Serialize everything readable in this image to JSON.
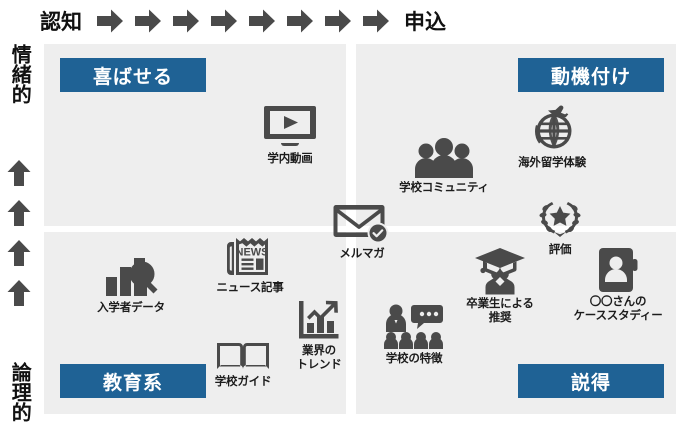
{
  "axes": {
    "horizontal": {
      "name": "funnel-axis",
      "start_label": "認知",
      "end_label": "申込",
      "arrow_count": 8,
      "arrow_icon": "arrow-right-icon"
    },
    "vertical": {
      "name": "tone-axis",
      "top_label": "情緒的",
      "bottom_label": "論理的",
      "arrow_count": 4,
      "arrow_icon": "arrow-up-icon"
    }
  },
  "colors": {
    "header_blue": "#1F6295",
    "quadrant_background": "#EEEEEE",
    "icon_gray": "#4A4A4A",
    "page_background": "#FFFFFF",
    "text_dark": "#1C1C1C"
  },
  "quadrants": [
    {
      "id": "top-left",
      "title": "喜ばせる"
    },
    {
      "id": "top-right",
      "title": "動機付け"
    },
    {
      "id": "bottom-left",
      "title": "教育系"
    },
    {
      "id": "bottom-right",
      "title": "説得"
    }
  ],
  "items": [
    {
      "key": "video",
      "label": "学内動画",
      "icon": "monitor-play-icon",
      "quadrant": "top-left"
    },
    {
      "key": "community",
      "label": "学校コミュニティ",
      "icon": "people-group-icon",
      "quadrant": "top-right"
    },
    {
      "key": "abroad",
      "label": "海外留学体験",
      "icon": "globe-airplane-icon",
      "quadrant": "top-right"
    },
    {
      "key": "mailmag",
      "label": "メルマガ",
      "icon": "envelope-check-icon",
      "quadrant": "center"
    },
    {
      "key": "rating",
      "label": "評価",
      "icon": "laurel-star-icon",
      "quadrant": "top-right"
    },
    {
      "key": "admdata",
      "label": "入学者データ",
      "icon": "bar-chart-search-icon",
      "quadrant": "bottom-left"
    },
    {
      "key": "news",
      "label": "ニュース記事",
      "icon": "newspaper-icon",
      "quadrant": "bottom-left"
    },
    {
      "key": "trend",
      "label": "業界の\nトレンド",
      "icon": "trend-chart-icon",
      "quadrant": "bottom-left"
    },
    {
      "key": "guide",
      "label": "学校ガイド",
      "icon": "open-book-icon",
      "quadrant": "bottom-left"
    },
    {
      "key": "feature",
      "label": "学校の特徴",
      "icon": "presenter-audience-icon",
      "quadrant": "bottom-right"
    },
    {
      "key": "alumni",
      "label": "卒業生による\n推奨",
      "icon": "graduate-icon",
      "quadrant": "bottom-right"
    },
    {
      "key": "casestudy",
      "label": "〇〇さんの\nケーススタディー",
      "icon": "contact-book-icon",
      "quadrant": "bottom-right"
    }
  ],
  "icon_glyphs": {
    "newspaper_text": "NEWS"
  }
}
